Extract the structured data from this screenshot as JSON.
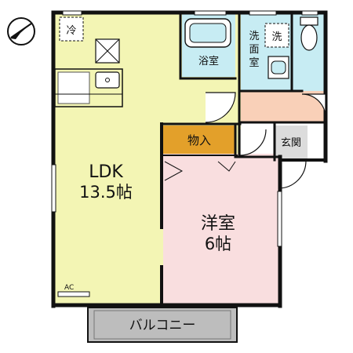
{
  "floorplan": {
    "rooms": {
      "ldk": {
        "name": "LDK",
        "size": "13.5帖"
      },
      "western": {
        "name": "洋室",
        "size": "6帖"
      },
      "storage": {
        "name": "物入"
      },
      "bath": {
        "name": "浴室"
      },
      "washroom": {
        "name_line1": "洗",
        "name_line2": "面",
        "name_line3": "室"
      },
      "entrance": {
        "name": "玄関"
      },
      "balcony": {
        "name": "バルコニー"
      }
    },
    "marks": {
      "ac": "AC",
      "refrigerator": "冷",
      "washer": "洗"
    },
    "colors": {
      "ldk": "#f3f5b4",
      "western": "#f9dedf",
      "storage": "#e3a02a",
      "wet_area": "#c7ecf3",
      "hall": "#f9d0b8",
      "entrance": "#dcdcdc",
      "balcony": "#bdbdbd"
    }
  }
}
